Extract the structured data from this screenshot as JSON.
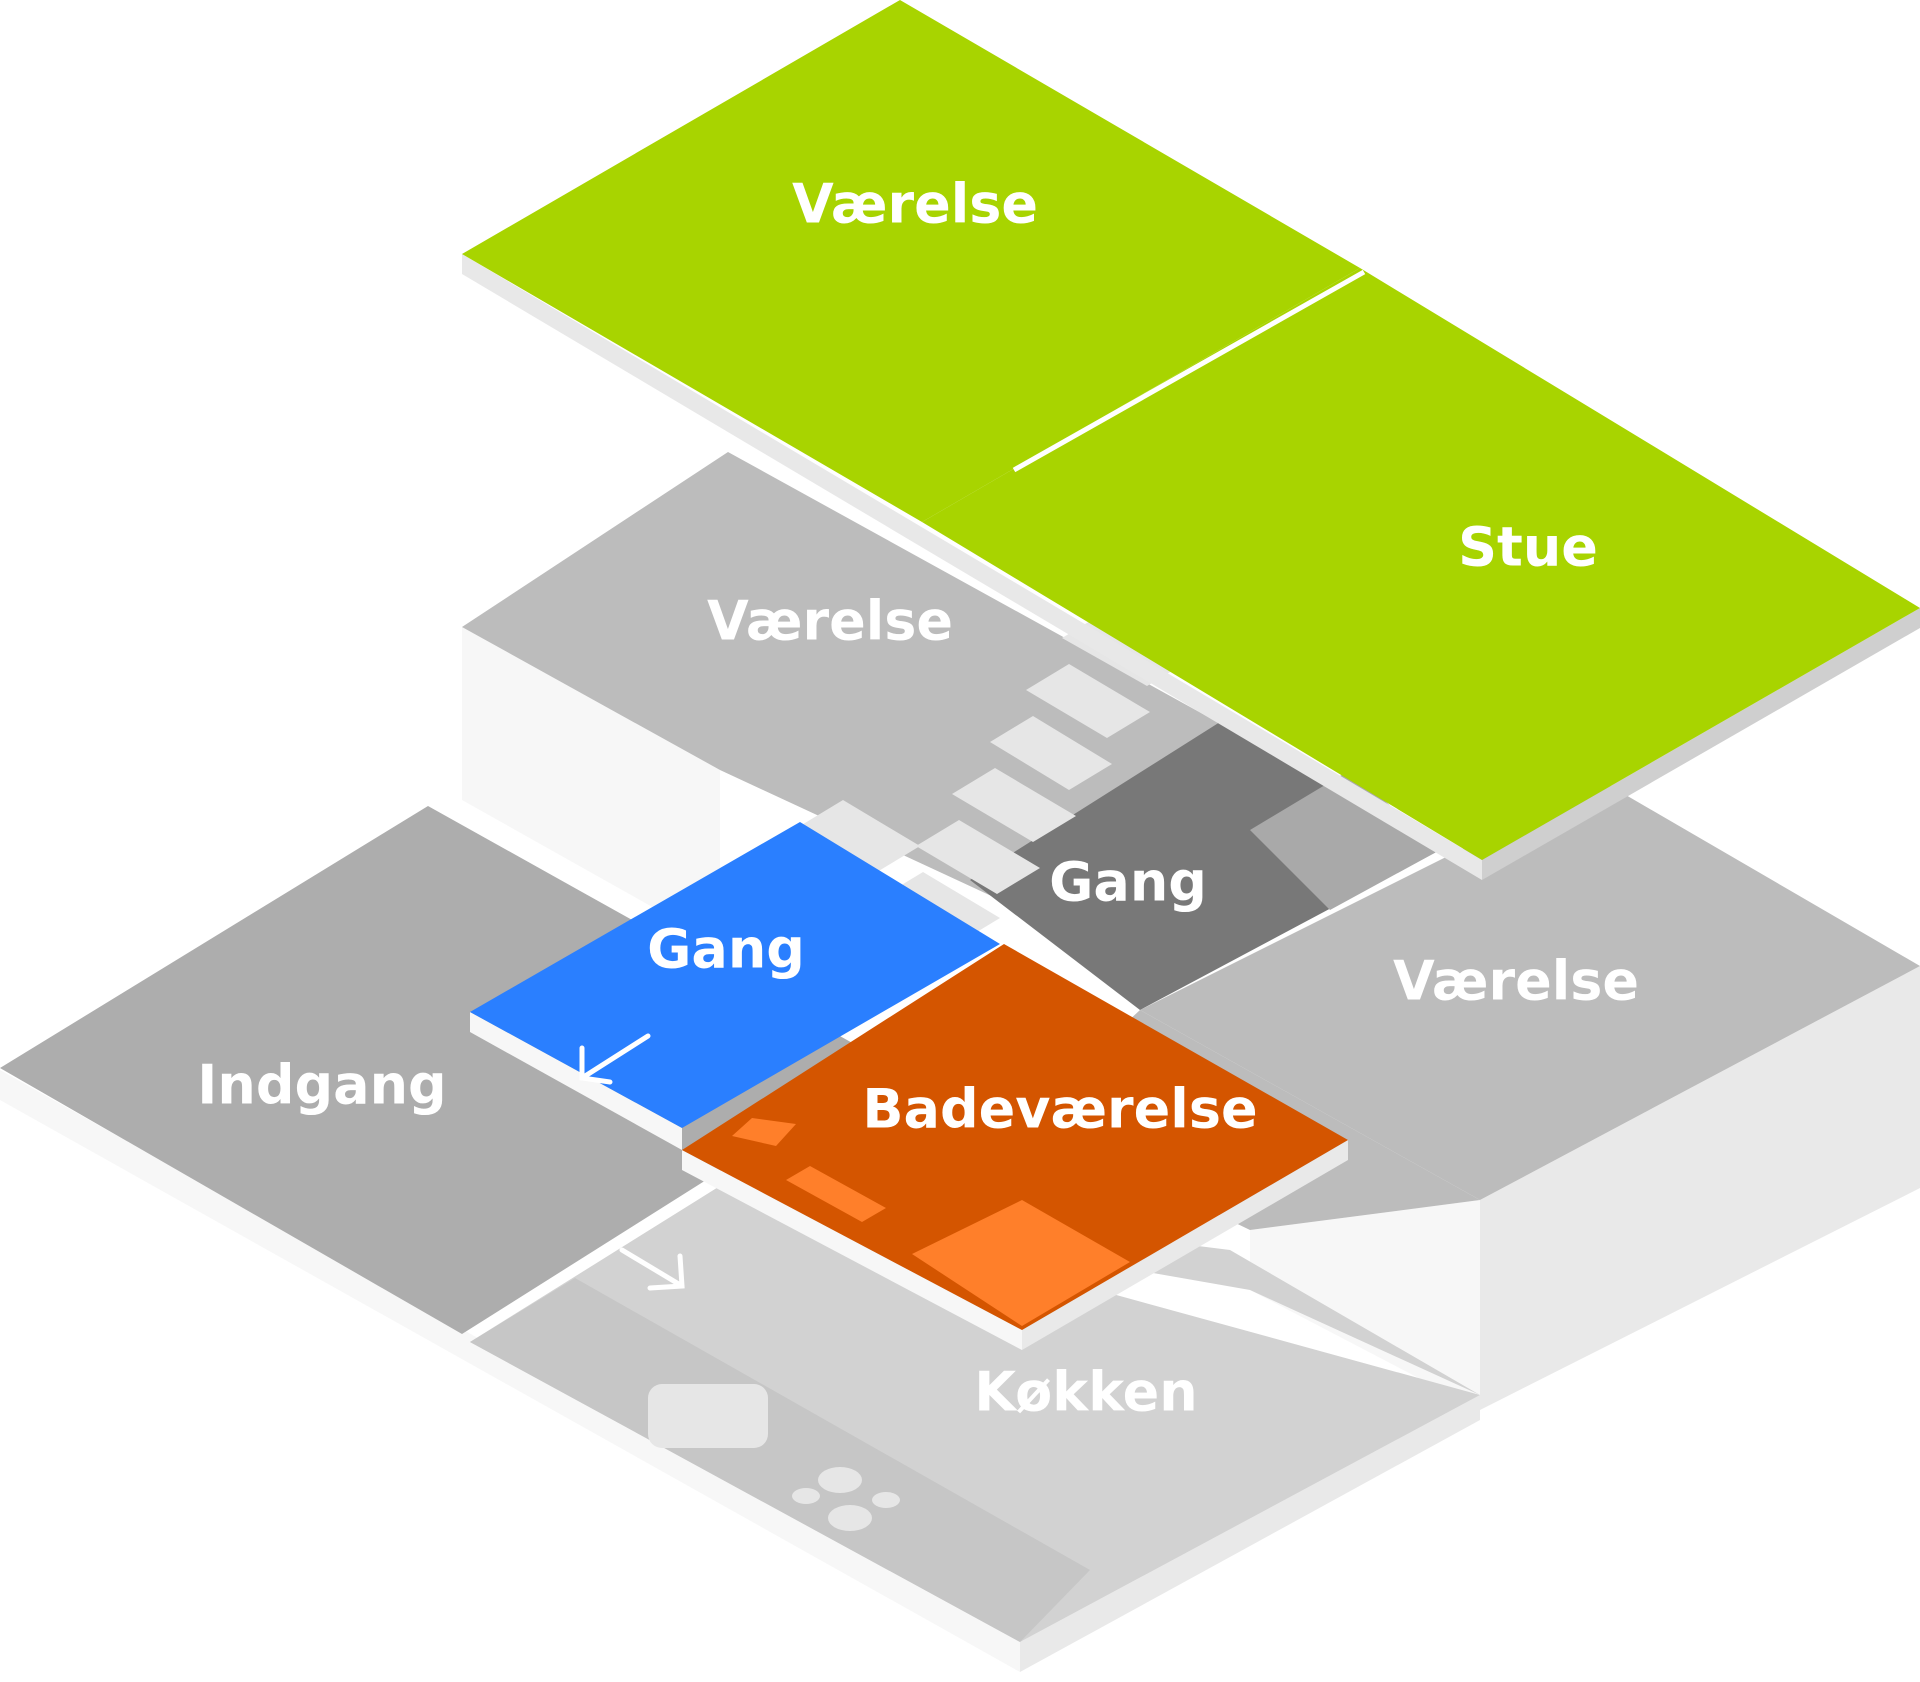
{
  "colors": {
    "upper_floor": "#a8d400",
    "upper_floor_side": "#e8e8e8",
    "upper_floor_dark_side": "#cfcfcf",
    "grey_room": "#bcbcbc",
    "grey_room_dark": "#adadad",
    "grey_room_light": "#d2d2d2",
    "wall_light": "#f7f7f7",
    "wall_mid": "#e9e9e9",
    "gang_dark": "#787878",
    "gang_blue": "#2a7fff",
    "bath_orange": "#d45500",
    "bath_orange_light": "#ff7f2a",
    "step": "#e6e6e6",
    "label": "#ffffff"
  },
  "rooms": {
    "upper_vaerelse": {
      "label": "Værelse"
    },
    "stue": {
      "label": "Stue"
    },
    "mid_vaerelse": {
      "label": "Værelse"
    },
    "gang_dark": {
      "label": "Gang"
    },
    "right_vaerelse": {
      "label": "Værelse"
    },
    "gang_blue": {
      "label": "Gang"
    },
    "indgang": {
      "label": "Indgang"
    },
    "badevaerelse": {
      "label": "Badeværelse"
    },
    "kokken": {
      "label": "Køkken"
    }
  },
  "icons": {
    "door_arrow_gang": "arrow-down-left-icon",
    "door_arrow_kitchen": "arrow-down-right-icon",
    "stove": "stove-burners-icon",
    "sink": "kitchen-sink-icon",
    "bathtub": "bathtub-icon",
    "toilet": "toilet-icon"
  }
}
